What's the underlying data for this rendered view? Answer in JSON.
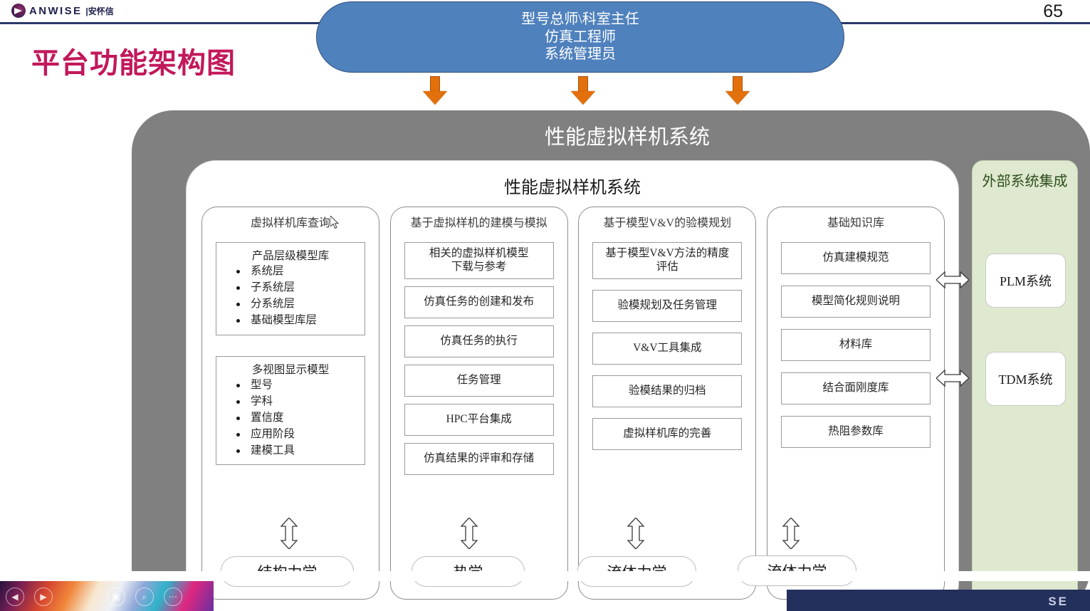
{
  "header": {
    "logo_word": "ANWISE",
    "logo_cn": "|安怀信",
    "page_number": "65"
  },
  "slide": {
    "title": "平台功能架构图"
  },
  "roles_oval": {
    "lines": [
      "型号总师\\科室主任",
      "仿真工程师",
      "系统管理员"
    ],
    "fill_color": "#4F81BD"
  },
  "arrows": {
    "down_arrow_color": "#E2700C",
    "count_down": 3
  },
  "system": {
    "outer_title": "性能虚拟样机系统",
    "inner_title": "性能虚拟样机系统",
    "outer_fill": "#808080"
  },
  "columns": [
    {
      "title": "虚拟样机库查询",
      "groups": [
        {
          "head": "产品层级模型库",
          "items": [
            "系统层",
            "子系统层",
            "分系统层",
            "基础模型库层"
          ]
        },
        {
          "head": "多视图显示模型",
          "items": [
            "型号",
            "学科",
            "置信度",
            "应用阶段",
            "建模工具"
          ]
        }
      ]
    },
    {
      "title": "基于虚拟样机的建模与模拟",
      "items": [
        "相关的虚拟样机模型\n下载与参考",
        "仿真任务的创建和发布",
        "仿真任务的执行",
        "任务管理",
        "HPC平台集成",
        "仿真结果的评审和存储"
      ]
    },
    {
      "title": "基于模型V&V的验模规划",
      "items": [
        "基于模型V&V方法的精度\n评估",
        "验模规划及任务管理",
        "V&V工具集成",
        "验模结果的归档",
        "虚拟样机库的完善"
      ]
    },
    {
      "title": "基础知识库",
      "items": [
        "仿真建模规范",
        "模型简化规则说明",
        "材料库",
        "结合面刚度库",
        "热阻参数库"
      ]
    }
  ],
  "external": {
    "title": "外部系统集成",
    "fill_color": "#DFE9CF",
    "items": [
      "PLM系统",
      "TDM系统"
    ]
  },
  "disciplines": [
    "结构力学",
    "热学",
    "流体力学",
    "流体力学"
  ],
  "footer": {
    "brand_fragment": "SE",
    "navy_color": "#23305C"
  },
  "taskbar": {
    "controls": [
      "◀",
      "▶",
      "▣",
      "⌕",
      "⋯"
    ]
  }
}
